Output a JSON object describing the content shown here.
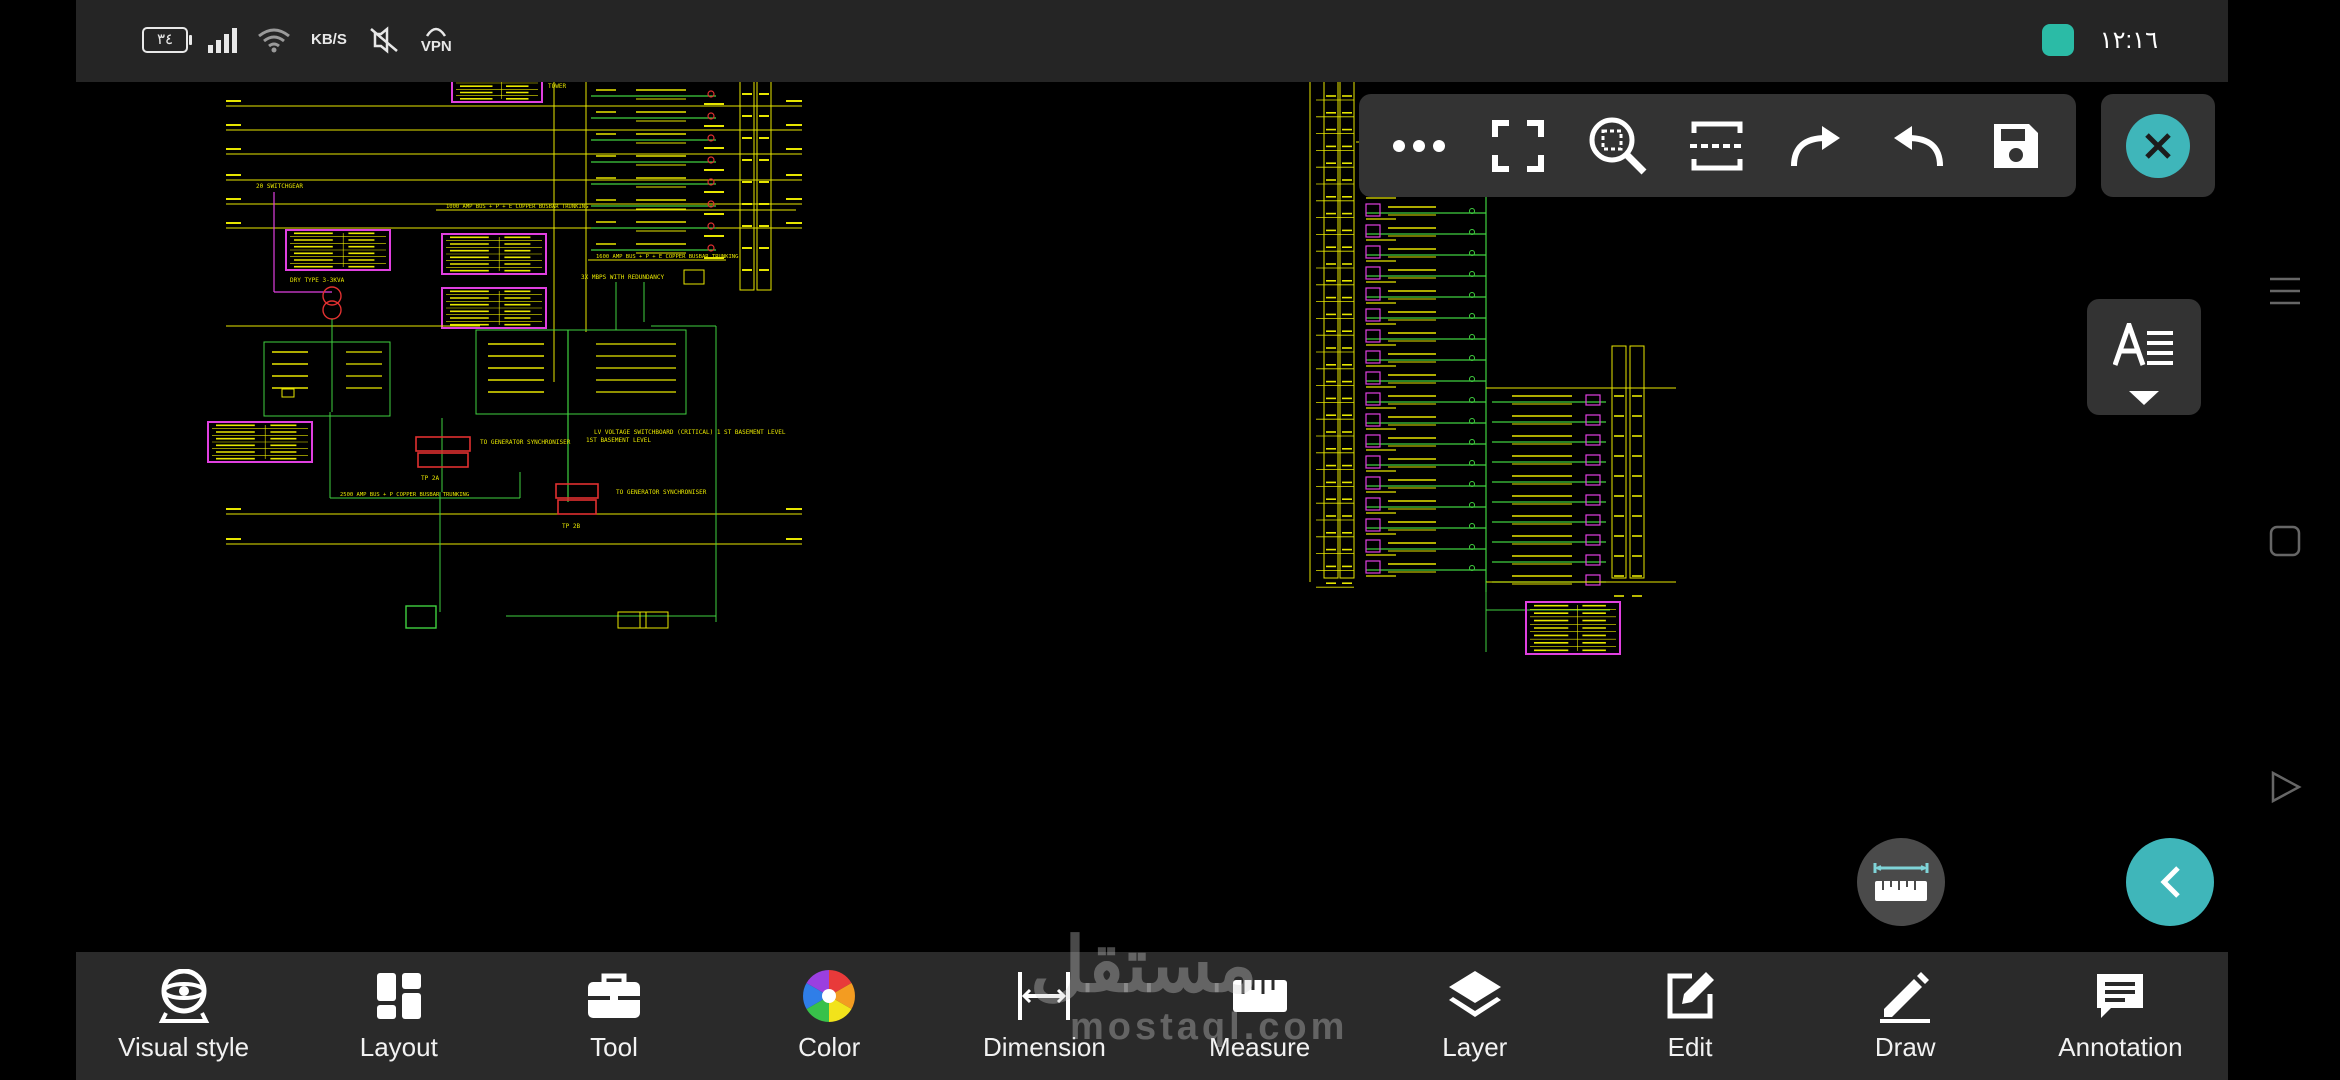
{
  "status_bar": {
    "battery_level": "٣٤",
    "network_speed": "KB/S",
    "vpn_label": "VPN",
    "time": "١٢:١٦"
  },
  "drawing": {
    "line_color": "#e7e600",
    "wire_color": "#40d040",
    "panel_color": "#e040e0",
    "breaker_color": "#e03030",
    "label_swgr": "20 SWITCHGEAR",
    "label_trunking_main": "1600 AMP BUS + P + E COPPER BUSBAR TRUNKING",
    "label_trunking_riser": "1000 AMP BUS + P + E COPPER BUSBAR TRUNKING",
    "label_trunking_lower": "2500 AMP BUS + P COPPER BUSBAR TRUNKING",
    "label_lv_board": "LV VOLTAGE SWITCHBOARD (CRITICAL) 1 ST BASEMENT LEVEL",
    "label_gen": "TO GENERATOR SYNCHRONISER",
    "label_to_tower": "TOWER",
    "label_ups": "3X MBPS WITH REDUNDANCY",
    "label_transformer": "DRY TYPE 3-3KVA",
    "label_tp": "TP 2A",
    "label_tp2": "TP 2B"
  },
  "toolbar": {
    "more": "more-icon",
    "fullscreen": "fullscreen-icon",
    "zoom_window": "zoom-window-icon",
    "zoom_extents": "zoom-extents-icon",
    "redo": "redo-icon",
    "undo": "undo-icon",
    "save": "save-icon",
    "close": "close-icon"
  },
  "side_panel": {
    "text_style": "text-format-icon"
  },
  "bottom_bar": {
    "items": [
      {
        "label": "Visual style",
        "icon": "visual-style-icon"
      },
      {
        "label": "Layout",
        "icon": "layout-icon"
      },
      {
        "label": "Tool",
        "icon": "toolbox-icon"
      },
      {
        "label": "Color",
        "icon": "color-wheel-icon"
      },
      {
        "label": "Dimension",
        "icon": "dimension-icon"
      },
      {
        "label": "Measure",
        "icon": "ruler-icon"
      },
      {
        "label": "Layer",
        "icon": "layers-icon"
      },
      {
        "label": "Edit",
        "icon": "edit-icon"
      },
      {
        "label": "Draw",
        "icon": "pencil-icon"
      },
      {
        "label": "Annotation",
        "icon": "annotation-icon"
      }
    ]
  },
  "watermark": {
    "arabic": "مستقل",
    "latin": "mostaql.com"
  }
}
